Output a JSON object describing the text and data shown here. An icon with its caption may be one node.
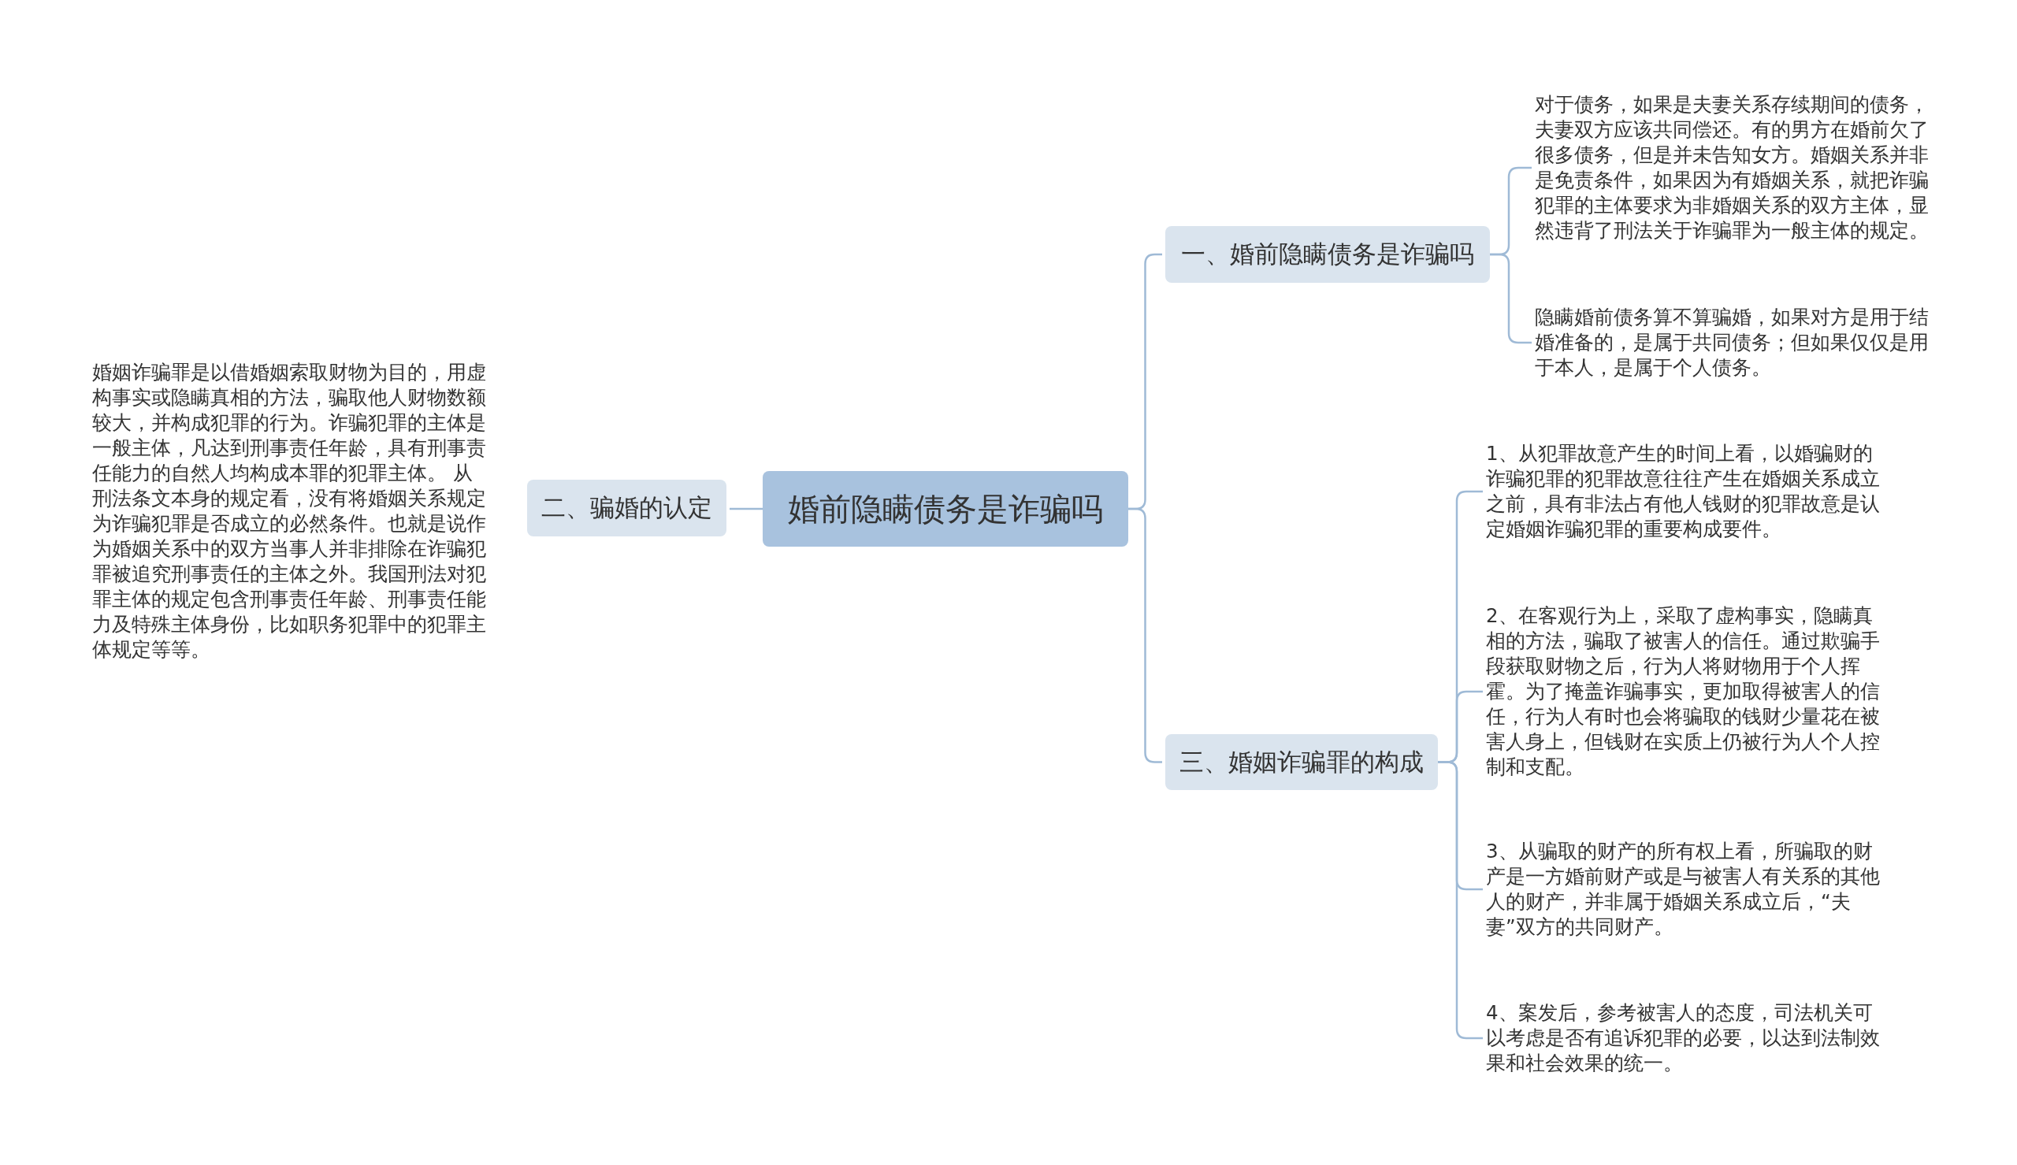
{
  "diagram": {
    "nodes": [
      {
        "text": [
          "婚前隐瞒债务是诈骗吗"
        ]
      },
      {
        "text": [
          "一、婚前隐瞒债务是诈骗吗"
        ]
      },
      {
        "text": [
          "对于债务，如果是夫妻关系存续期间的债务，夫妻双方应该共同偿还。有的男方在婚前欠了很多债务，但是并未告知女方。婚姻关系并非是免责条件，如果因为有婚姻关系，就把诈骗犯罪的主体要求为非婚姻关系的双方主体，显然违背了刑法关于诈骗罪为一般主体的规定。"
        ]
      },
      {
        "text": [
          "隐瞒婚前债务算不算骗婚，如果对方是用于结婚准备的，是属于共同债务；但如果仅仅是用于本人，是属于个人债务。"
        ]
      },
      {
        "text": [
          "二、骗婚的认定"
        ]
      },
      {
        "text": [
          "婚姻诈骗罪是以借婚姻索取财物为目的，用虚构事实或隐瞒真相的方法，骗取他人财物数额较大，并构成犯罪的行为。诈骗犯罪的主体是一般主体，凡达到刑事责任年龄，具有刑事责任能力的自然人均构成本罪的犯罪主体。 从刑法条文本身的规定看，没有将婚姻关系规定为诈骗犯罪是否成立的必然条件。也就是说作为婚姻关系中的双方当事人并非排除在诈骗犯罪被追究刑事责任的主体之外。我国刑法对犯罪主体的规定包含刑事责任年龄、刑事责任能力及特殊主体身份，比如职务犯罪中的犯罪主体规定等等。"
        ]
      },
      {
        "text": [
          "三、婚姻诈骗罪的构成"
        ]
      },
      {
        "text": [
          "1、从犯罪故意产生的时间上看，以婚骗财的诈骗犯罪的犯罪故意往往产生在婚姻关系成立之前，具有非法占有他人钱财的犯罪故意是认定婚姻诈骗犯罪的重要构成要件。"
        ]
      },
      {
        "text": [
          "2、在客观行为上，采取了虚构事实，隐瞒真相的方法，骗取了被害人的信任。通过欺骗手段获取财物之后，行为人将财物用于个人挥霍。为了掩盖诈骗事实，更加取得被害人的信任，行为人有时也会将骗取的钱财少量花在被害人身上，但钱财在实质上仍被行为人个人控制和支配。"
        ]
      },
      {
        "text": [
          "3、从骗取的财产的所有权上看，所骗取的财产是一方婚前财产或是与被害人有关系的其他人的财产，并非属于婚姻关系成立后，“夫妻”双方的共同财产。"
        ]
      },
      {
        "text": [
          "4、案发后，参考被害人的态度，司法机关可以考虑是否有追诉犯罪的必要，以达到法制效果和社会效果的统一。"
        ]
      }
    ],
    "edges": [
      {
        "from": 0,
        "to": 1,
        "arrow": "none"
      },
      {
        "from": 0,
        "to": 4,
        "arrow": "none"
      },
      {
        "from": 0,
        "to": 6,
        "arrow": "none"
      },
      {
        "from": 1,
        "to": 2,
        "arrow": "none"
      },
      {
        "from": 1,
        "to": 3,
        "arrow": "none"
      },
      {
        "from": 6,
        "to": 7,
        "arrow": "none"
      },
      {
        "from": 6,
        "to": 8,
        "arrow": "none"
      },
      {
        "from": 6,
        "to": 9,
        "arrow": "none"
      },
      {
        "from": 6,
        "to": 10,
        "arrow": "none"
      }
    ]
  }
}
